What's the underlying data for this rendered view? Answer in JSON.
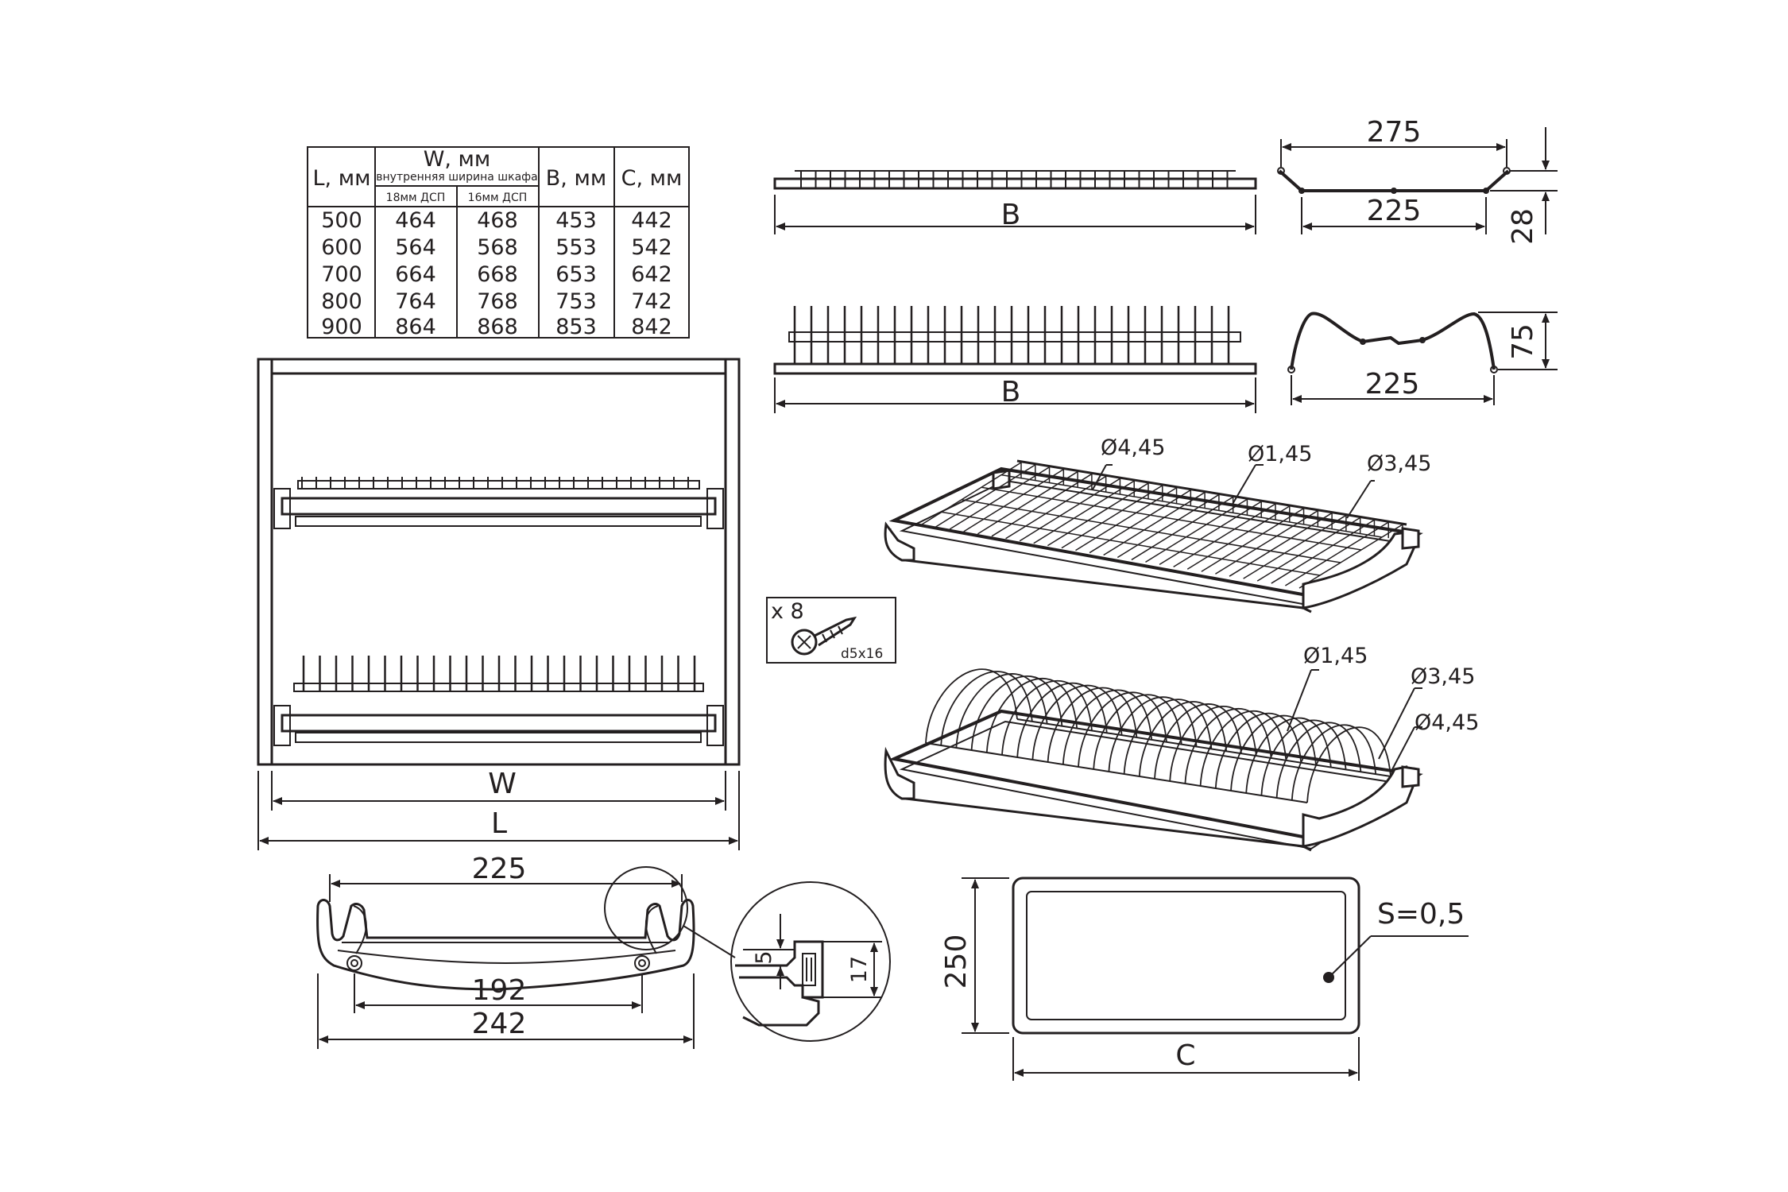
{
  "spec_table": {
    "headers": {
      "l": "L, мм",
      "w": "W, мм",
      "w_sub": "внутренняя ширина шкафа",
      "w_18": "18мм ДСП",
      "w_16": "16мм ДСП",
      "b": "B, мм",
      "c": "C, мм"
    },
    "rows": [
      [
        "500",
        "464",
        "468",
        "453",
        "442"
      ],
      [
        "600",
        "564",
        "568",
        "553",
        "542"
      ],
      [
        "700",
        "664",
        "668",
        "653",
        "642"
      ],
      [
        "800",
        "764",
        "768",
        "753",
        "742"
      ],
      [
        "900",
        "864",
        "868",
        "853",
        "842"
      ]
    ]
  },
  "rack_top_view": {
    "dim_b": "B"
  },
  "rack_side_view": {
    "dim_b": "B"
  },
  "profile_glass": {
    "dim_top": "275",
    "dim_bottom": "225",
    "dim_height": "28"
  },
  "profile_plate": {
    "dim_bottom": "225",
    "dim_height": "75"
  },
  "cabinet": {
    "dim_w": "W",
    "dim_l": "L"
  },
  "glass_rack_3d": {
    "wire_1": "Ø4,45",
    "wire_2": "Ø1,45",
    "wire_3": "Ø3,45"
  },
  "plate_rack_3d": {
    "wire_1": "Ø1,45",
    "wire_2": "Ø3,45",
    "wire_3": "Ø4,45"
  },
  "screw": {
    "qty": "x 8",
    "size": "d5x16"
  },
  "bracket": {
    "dim_top": "225",
    "dim_mid": "192",
    "dim_bottom": "242"
  },
  "detail": {
    "dim_5": "5",
    "dim_17": "17"
  },
  "tray": {
    "dim_height": "250",
    "dim_width": "C",
    "thickness": "S=0,5"
  }
}
